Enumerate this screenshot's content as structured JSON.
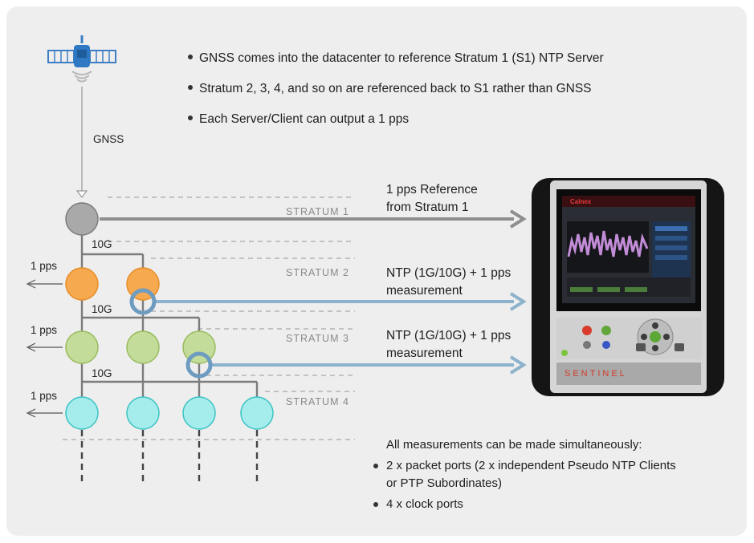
{
  "bullets": [
    "GNSS comes into the datacenter to reference Stratum 1 (S1) NTP Server",
    "Stratum 2, 3, 4, and so on are referenced back to S1 rather than GNSS",
    "Each Server/Client can output a 1 pps"
  ],
  "gnss_label": "GNSS",
  "strata": [
    "STRATUM 1",
    "STRATUM 2",
    "STRATUM 3",
    "STRATUM 4"
  ],
  "link_labels": [
    "10G",
    "10G",
    "10G"
  ],
  "pps_labels": [
    "1 pps",
    "1 pps",
    "1 pps"
  ],
  "arrow_labels": {
    "reference_line1": "1 pps Reference",
    "reference_line2": "from Stratum 1",
    "ntp1_line1": "NTP (1G/10G) + 1 pps",
    "ntp1_line2": "measurement",
    "ntp2_line1": "NTP (1G/10G) + 1 pps",
    "ntp2_line2": "measurement"
  },
  "measurements": {
    "heading": "All measurements can be made simultaneously:",
    "items": [
      "2 x packet ports (2 x independent Pseudo NTP Clients or PTP Subordinates)",
      "4 x clock ports"
    ]
  },
  "device": {
    "screen_brand": "Calnex",
    "brand": "SENTINEL"
  },
  "colors": {
    "stratum1": "#a9a9a9",
    "stratum2": "#f6a94f",
    "stratum3": "#c4dc9a",
    "stratum4": "#a5ecec",
    "arrow_blue": "#8db3cc",
    "satellite_blue": "#3d7fc4"
  }
}
